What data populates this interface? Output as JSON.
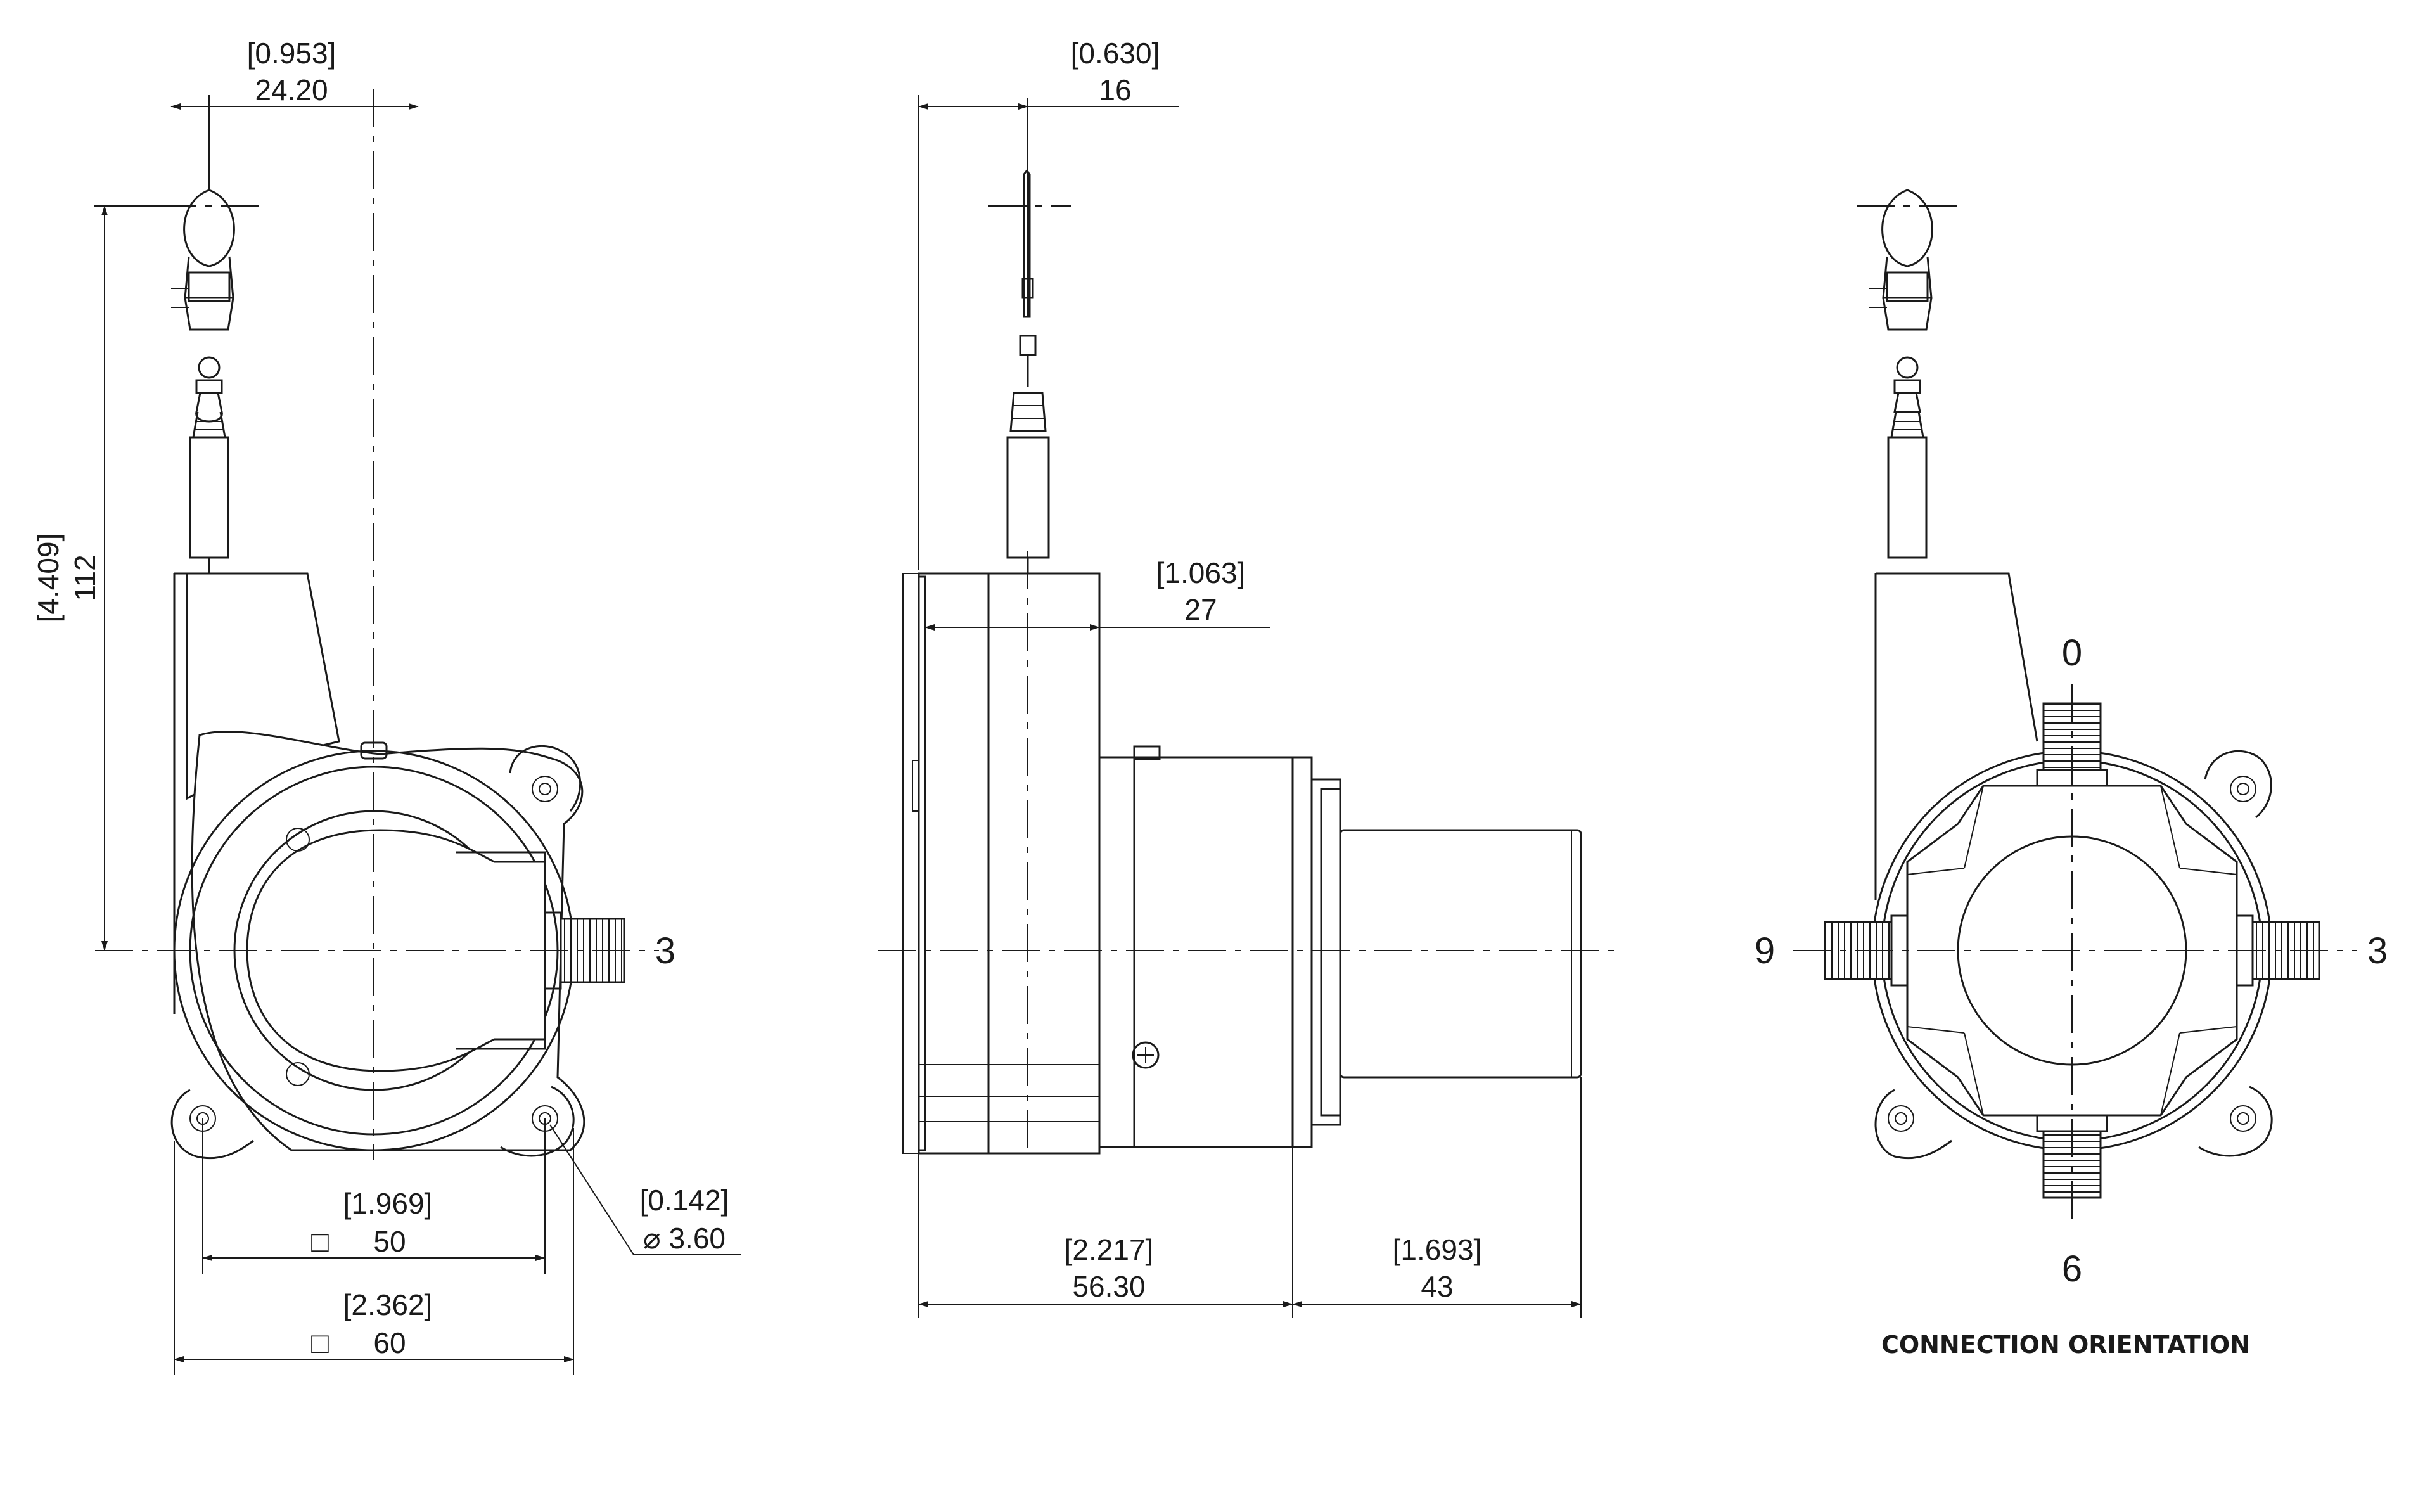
{
  "left_view": {
    "top_width_in": "[0.953]",
    "top_width_mm": "24.20",
    "height_in": "[4.409]",
    "height_mm": "112",
    "hole_spacing_in": "[1.969]",
    "hole_spacing_mm": "50",
    "flange_width_in": "[2.362]",
    "flange_width_mm": "60",
    "hole_dia_in": "[0.142]",
    "hole_dia_mm": "⌀ 3.60",
    "connector_label": "3",
    "square_symbol": "□"
  },
  "middle_view": {
    "cable_offset_in": "[0.630]",
    "cable_offset_mm": "16",
    "housing_depth_in": "[1.063]",
    "housing_depth_mm": "27",
    "body_depth_in": "[2.217]",
    "body_depth_mm": "56.30",
    "connector_depth_in": "[1.693]",
    "connector_depth_mm": "43"
  },
  "right_view": {
    "pos_top": "0",
    "pos_left": "9",
    "pos_right": "3",
    "pos_bottom": "6",
    "caption": "CONNECTION ORIENTATION"
  },
  "colors": {
    "line": "#1a1a1a",
    "background": "#ffffff"
  }
}
